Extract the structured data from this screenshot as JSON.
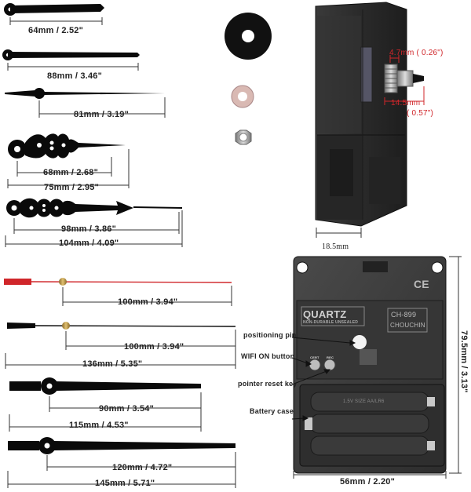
{
  "hands": [
    {
      "measure": "64mm / 2.52\""
    },
    {
      "measure": "88mm / 3.46\""
    },
    {
      "measure": "81mm / 3.19\""
    },
    {
      "measure": "68mm / 2.68\"",
      "measure2": "75mm / 2.95\""
    },
    {
      "measure": "98mm / 3.86\"",
      "measure2": "104mm / 4.09\""
    },
    {
      "measure": "100mm / 3.94\""
    },
    {
      "measure": "100mm / 3.94\"",
      "measure2": "136mm / 5.35\""
    },
    {
      "measure": "90mm / 3.54\"",
      "measure2": "115mm / 4.53\""
    },
    {
      "measure": "120mm / 4.72\"",
      "measure2": "145mm / 5.71\""
    }
  ],
  "side_view": {
    "dim_a": "4.7mm ( 0.26\")",
    "dim_b": "14.5mm",
    "dim_b2": "( 0.57\")",
    "depth": "18.5mm"
  },
  "front_view": {
    "brand": "QUARTZ",
    "brand_sub": "NON-DURABLE UNSEALED",
    "model": "CH-899",
    "maker": "CHOUCHIN",
    "ce": "CE",
    "callouts": {
      "positioning_pin": "positioning pin",
      "wifi_button": "WIFI ON button",
      "pointer_reset": "pointer reset key",
      "battery_case": "Battery case"
    },
    "button_labels": [
      "CERT",
      "REC"
    ],
    "battery_text": "1.5V  SIZE  AA/LR6",
    "width": "56mm / 2.20\"",
    "height": "79.5mm / 3.13\""
  },
  "colors": {
    "hand": "#0a0a0a",
    "second_hand_red": "#d0262a",
    "brass": "#b48a3c",
    "movement_body": "#2b2b2b",
    "dimension_red": "#d0262a"
  }
}
